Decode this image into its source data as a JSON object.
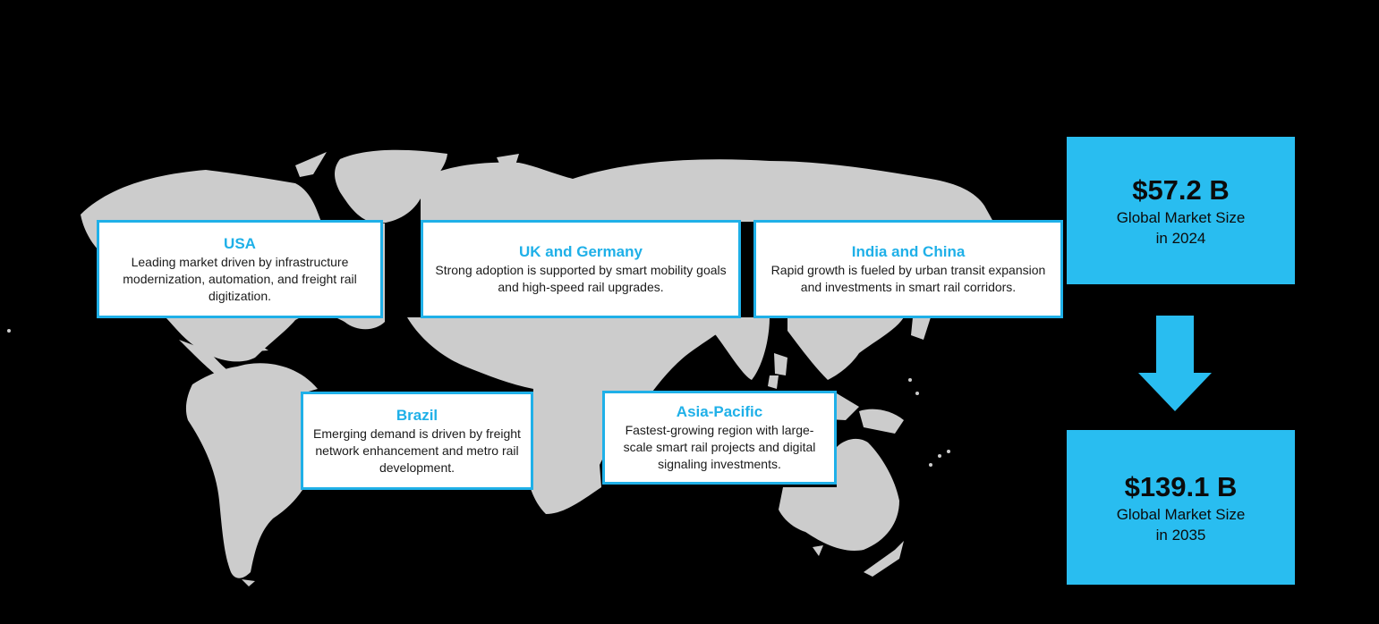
{
  "map": {
    "background_color": "#000000",
    "land_color": "#cccccc",
    "accent_color": "#1fb0e8",
    "stat_panel_color": "#29bdf0"
  },
  "regions": [
    {
      "title": "USA",
      "description": "Leading market driven by infrastructure modernization, automation, and freight rail digitization."
    },
    {
      "title": "UK and Germany",
      "description": "Strong adoption is supported by smart mobility goals and high-speed rail upgrades."
    },
    {
      "title": "India and China",
      "description": "Rapid growth is fueled by urban transit expansion and investments in smart rail corridors."
    },
    {
      "title": "Brazil",
      "description": "Emerging demand is driven by freight network enhancement and metro rail development."
    },
    {
      "title": "Asia-Pacific",
      "description": "Fastest-growing region with large-scale smart rail projects and digital signaling investments."
    }
  ],
  "market": {
    "start": {
      "value": "$57.2 B",
      "label_line1": "Global Market Size",
      "label_line2": "in 2024"
    },
    "arrow_icon": "arrow-down-icon",
    "end": {
      "value": "$139.1 B",
      "label_line1": "Global Market Size",
      "label_line2": "in 2035"
    }
  }
}
